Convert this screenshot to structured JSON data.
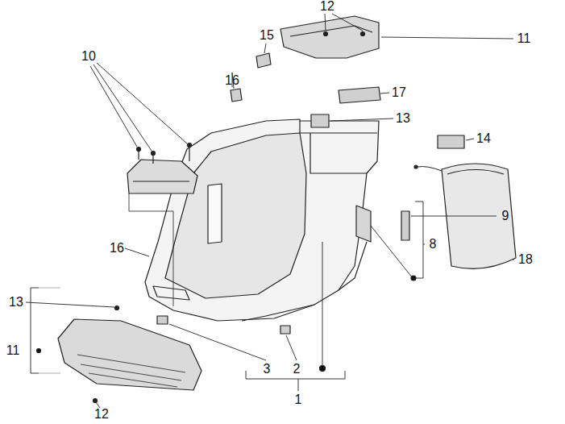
{
  "diagram": {
    "labels": [
      "12",
      "10",
      "15",
      "11",
      "16",
      "17",
      "13",
      "14",
      "18",
      "9",
      "8",
      "16",
      "13",
      "11",
      "3",
      "2",
      "12",
      "1"
    ]
  }
}
